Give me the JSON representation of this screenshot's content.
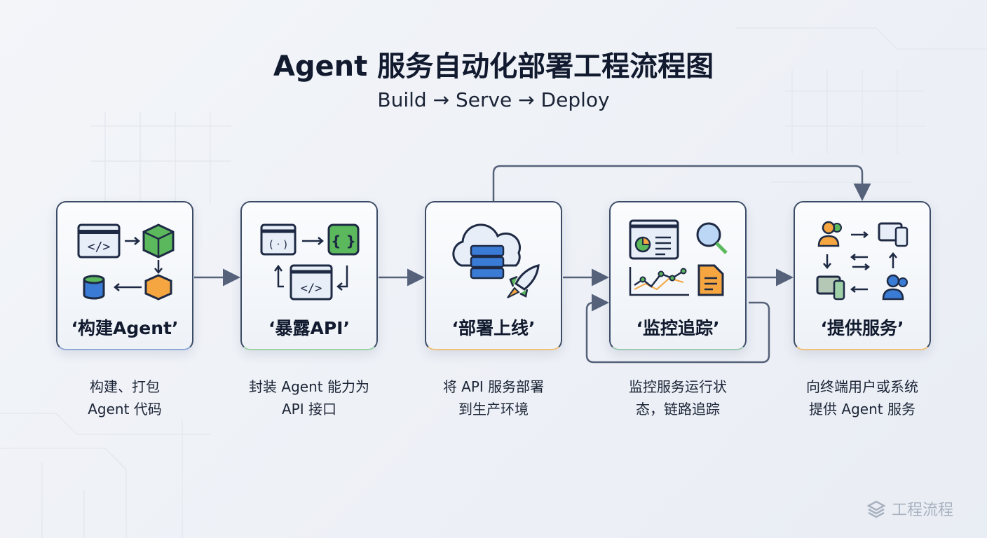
{
  "title": "Agent 服务自动化部署工程流程图",
  "subtitle": "Build → Serve → Deploy",
  "steps": [
    {
      "label": "‘构建Agent’",
      "desc1": "构建、打包",
      "desc2": "Agent 代码",
      "accent": "#8fa8d8"
    },
    {
      "label": "‘暴露API’",
      "desc1": "封装 Agent 能力为",
      "desc2": "API 接口",
      "accent": "#9fd0a8"
    },
    {
      "label": "‘部署上线’",
      "desc1": "将 API 服务部署",
      "desc2": "到生产环境",
      "accent": "#f0c07a"
    },
    {
      "label": "‘监控追踪’",
      "desc1": "监控服务运行状",
      "desc2": "态，链路追踪",
      "accent": "#9fc8b4"
    },
    {
      "label": "‘提供服务’",
      "desc1": "向终端用户或系统",
      "desc2": "提供 Agent 服务",
      "accent": "#f0c07a"
    }
  ],
  "watermark": "工程流程",
  "colors": {
    "green": "#5cb85c",
    "orange": "#f5a640",
    "blue": "#3a7bd5",
    "navy": "#1e2a44",
    "line": "#56627a"
  }
}
